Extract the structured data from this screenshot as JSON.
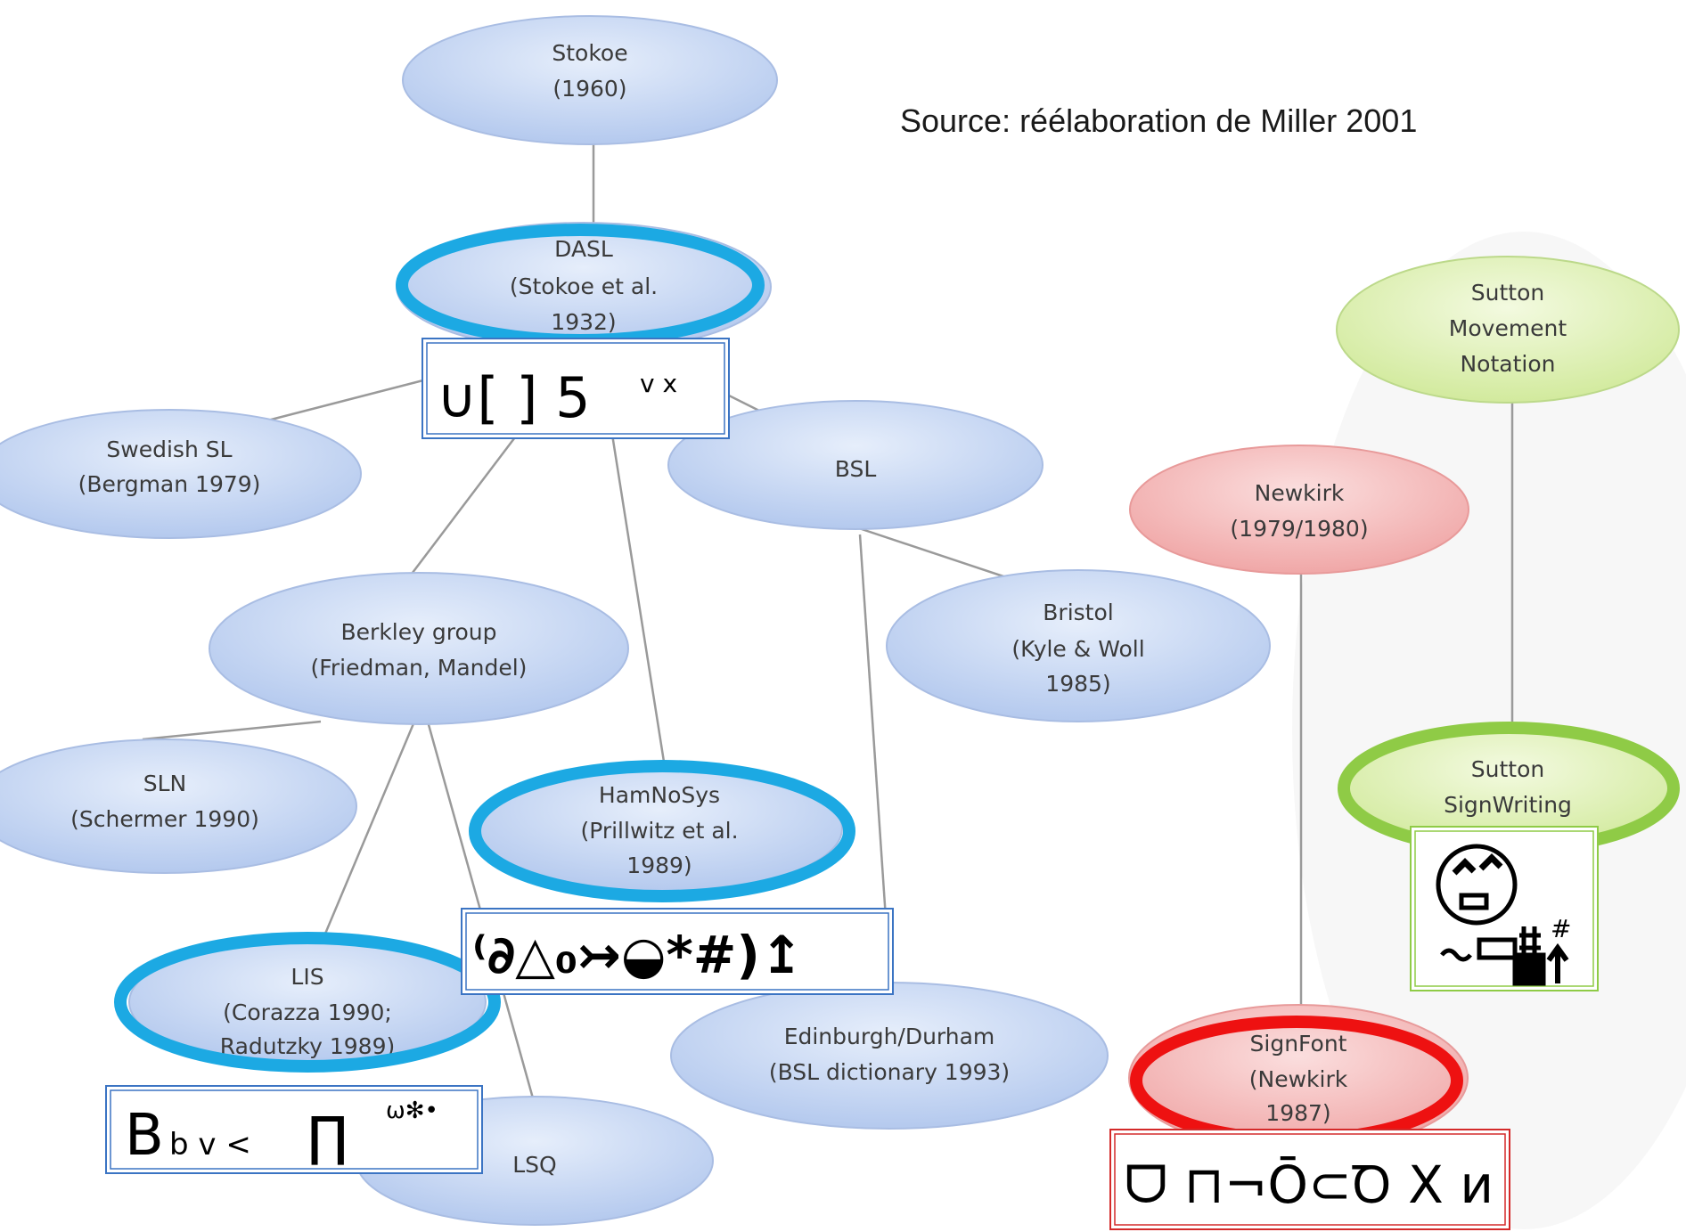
{
  "source_note": "Source: réélaboration de Miller 2001",
  "nodes": {
    "stokoe": {
      "lines": [
        "Stokoe",
        "(1960)"
      ]
    },
    "dasl": {
      "lines": [
        "DASL",
        "(Stokoe et al.",
        "1932)"
      ]
    },
    "swedish": {
      "lines": [
        "Swedish SL",
        "(Bergman 1979)"
      ]
    },
    "bsl": {
      "lines": [
        "BSL"
      ]
    },
    "berkley": {
      "lines": [
        "Berkley group",
        "(Friedman, Mandel)"
      ]
    },
    "bristol": {
      "lines": [
        "Bristol",
        "(Kyle & Woll",
        "1985)"
      ]
    },
    "sln": {
      "lines": [
        "SLN",
        "(Schermer 1990)"
      ]
    },
    "hamnosys": {
      "lines": [
        "HamNoSys",
        "(Prillwitz et al.",
        "1989)"
      ]
    },
    "lis": {
      "lines": [
        "LIS",
        "(Corazza 1990;",
        "Radutzky 1989)"
      ]
    },
    "edinburgh": {
      "lines": [
        "Edinburgh/Durham",
        "(BSL dictionary 1993)"
      ]
    },
    "lsq": {
      "lines": [
        "LSQ"
      ]
    },
    "newkirk": {
      "lines": [
        "Newkirk",
        "(1979/1980)"
      ]
    },
    "sutton_movement": {
      "lines": [
        "Sutton",
        "Movement",
        "Notation"
      ]
    },
    "sutton_signwriting": {
      "lines": [
        "Sutton",
        "SignWriting"
      ]
    },
    "signfont": {
      "lines": [
        "SignFont",
        "(Newkirk",
        "1987)"
      ]
    }
  },
  "notation_samples": {
    "dasl": {
      "main": "∪[ ] 5",
      "superscript": "v x"
    },
    "hamnosys": {
      "text": "⁽∂△₀↣◒*#)↥"
    },
    "lis": {
      "main": "B",
      "sub": "b v <",
      "mid": "∏",
      "superscript": "ω✻•"
    },
    "signfont": {
      "text": "ᗜ ⊓¬Ō⊂Ꝺ X ᴎ"
    }
  },
  "colors": {
    "blue_node": "#c7d7f2",
    "blue_highlight": "#1ca9e3",
    "green_node": "#dff0b8",
    "green_highlight": "#8fcb46",
    "red_node": "#f5b9b9",
    "red_highlight": "#ee1111",
    "connector": "#9a9a9a"
  }
}
